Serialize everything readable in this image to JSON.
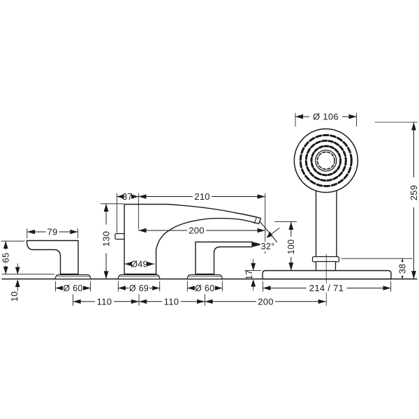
{
  "drawing": {
    "labels": {
      "head_diameter": "Ø 106",
      "height_overall": "259",
      "spout_back_offset": "37",
      "spout_reach_overall": "210",
      "spout_reach": "200",
      "spout_height": "130",
      "handle_length": "79",
      "handle_height": "65",
      "handle_base_height": "10",
      "left_base_diameter": "Ø 60",
      "spout_base_diameter": "Ø 69",
      "right_base_diameter": "Ø 60",
      "spout_diameter": "Ø49",
      "spacing_left": "110",
      "spacing_right": "110",
      "spacing_shower": "200",
      "plate_size": "214 / 71",
      "plate_height": "17",
      "holder_height": "38",
      "shower_rest_height": "100",
      "stream_angle": "32°"
    },
    "colors": {
      "line": "#1a1a1a",
      "background": "#ffffff"
    }
  }
}
